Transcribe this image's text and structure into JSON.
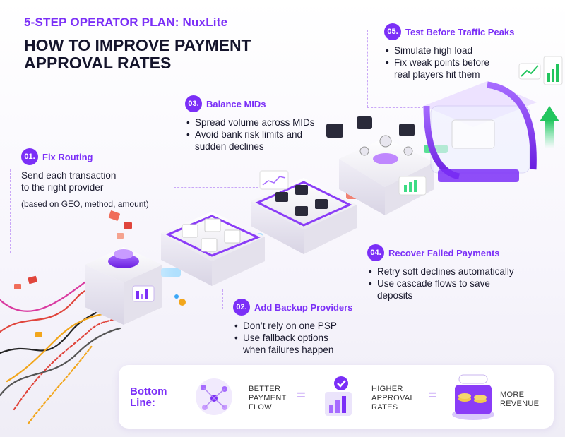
{
  "header": {
    "eyebrow": "5-STEP OPERATOR PLAN: NuxLite",
    "title_line1": "HOW TO IMPROVE PAYMENT",
    "title_line2": "APPROVAL RATES"
  },
  "steps": [
    {
      "number": "01.",
      "title": "Fix Routing",
      "lines": [
        "Send each transaction",
        "to the right provider"
      ],
      "note": "(based on GEO, method, amount)"
    },
    {
      "number": "02.",
      "title": "Add Backup Providers",
      "bullets": [
        "Don’t rely on one PSP",
        "Use fallback options",
        "when failures happen"
      ]
    },
    {
      "number": "03.",
      "title": "Balance MIDs",
      "bullets": [
        "Spread volume across MIDs",
        "Avoid bank risk limits and",
        "sudden declines"
      ]
    },
    {
      "number": "04.",
      "title": "Recover Failed Payments",
      "bullets": [
        "Retry soft declines automatically",
        "Use cascade flows to save",
        "deposits"
      ]
    },
    {
      "number": "05.",
      "title": "Test Before Traffic Peaks",
      "bullets": [
        "Simulate high load",
        "Fix weak points before",
        "real players hit them"
      ]
    }
  ],
  "bottom_line": {
    "label_line1": "Bottom",
    "label_line2": "Line:",
    "items": [
      {
        "line1": "BETTER",
        "line2": "PAYMENT",
        "line3": "FLOW"
      },
      {
        "line1": "HIGHER",
        "line2": "APPROVAL",
        "line3": "RATES"
      },
      {
        "line1": "MORE",
        "line2": "REVENUE",
        "line3": ""
      }
    ],
    "equals": "="
  },
  "colors": {
    "accent": "#7b2ff7",
    "dash": "#c9a7f7",
    "green": "#3ddc84"
  }
}
